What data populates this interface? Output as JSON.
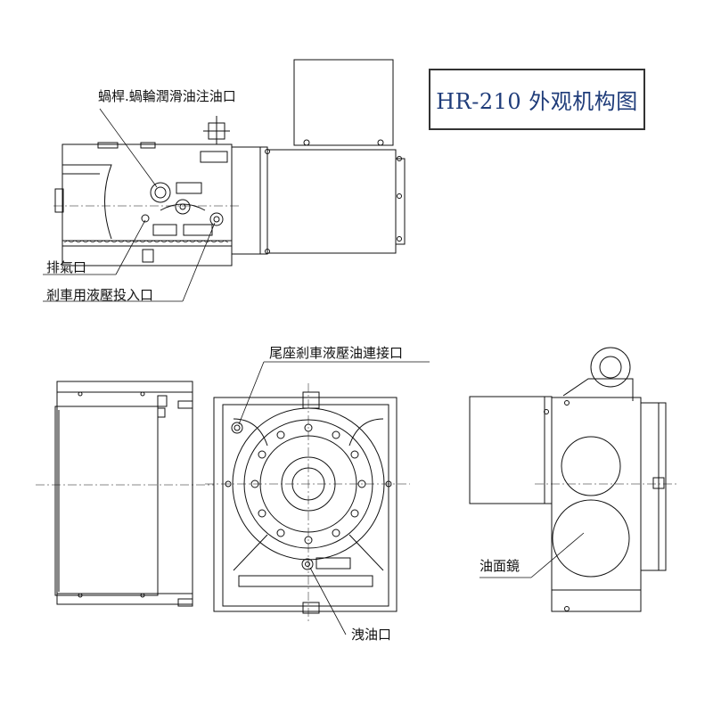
{
  "title": "HR-210 外观机构图",
  "labels": {
    "worm_oil_inlet": "蝸桿.蝸輪潤滑油注油口",
    "exhaust": "排氣口",
    "brake_hydraulic_inlet": "剎車用液壓投入口",
    "tailstock_brake_connector": "尾座剎車液壓油連接口",
    "oil_sight_glass": "油面鏡",
    "oil_drain": "洩油口"
  },
  "colors": {
    "title_text": "#1f3c7a",
    "line": "#111111",
    "background": "#ffffff"
  }
}
